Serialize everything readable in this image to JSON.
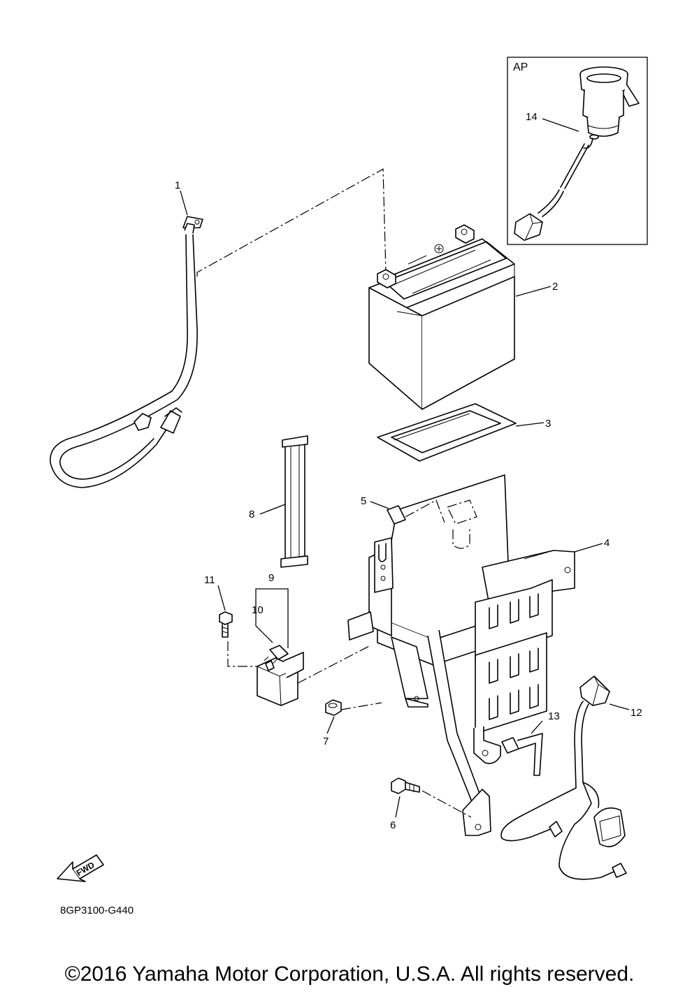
{
  "inset": {
    "label": "AP"
  },
  "callouts": [
    {
      "id": "1",
      "text": "1"
    },
    {
      "id": "2",
      "text": "2"
    },
    {
      "id": "3",
      "text": "3"
    },
    {
      "id": "4",
      "text": "4"
    },
    {
      "id": "5",
      "text": "5"
    },
    {
      "id": "6",
      "text": "6"
    },
    {
      "id": "7",
      "text": "7"
    },
    {
      "id": "8",
      "text": "8"
    },
    {
      "id": "9",
      "text": "9"
    },
    {
      "id": "10",
      "text": "10"
    },
    {
      "id": "11",
      "text": "11"
    },
    {
      "id": "12",
      "text": "12"
    },
    {
      "id": "13",
      "text": "13"
    },
    {
      "id": "14",
      "text": "14"
    }
  ],
  "fwd_arrow": {
    "text": "FWD"
  },
  "diagram_code": "8GP3100-G440",
  "copyright": "©2016 Yamaha Motor Corporation, U.S.A. All rights reserved."
}
